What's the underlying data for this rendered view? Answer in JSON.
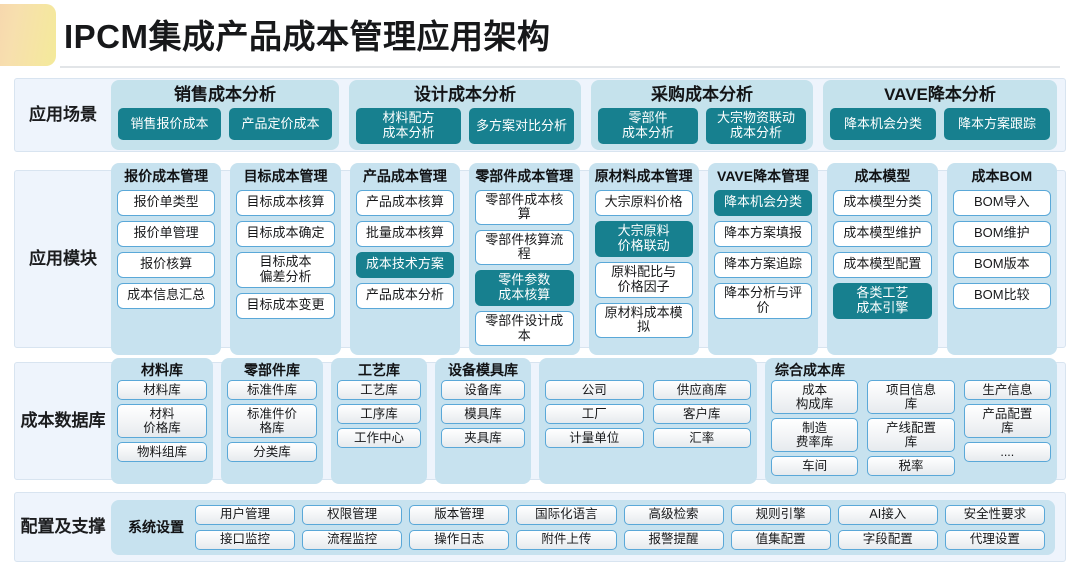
{
  "title": "IPCM集成产品成本管理应用架构",
  "colors": {
    "accent_teal": "#17808f",
    "group_blue": "#c7e2ef",
    "band_bg": "#eef4fc",
    "chip_border": "#5aa8d8"
  },
  "bands": [
    {
      "label": "应用场景",
      "groups": [
        {
          "title": "销售成本分析",
          "items": [
            "销售报价成本",
            "产品定价成本"
          ]
        },
        {
          "title": "设计成本分析",
          "items": [
            "材料配方\n成本分析",
            "多方案对比分析"
          ]
        },
        {
          "title": "采购成本分析",
          "items": [
            "零部件\n成本分析",
            "大宗物资联动\n成本分析"
          ]
        },
        {
          "title": "VAVE降本分析",
          "items": [
            "降本机会分类",
            "降本方案跟踪"
          ]
        }
      ]
    },
    {
      "label": "应用模块",
      "groups": [
        {
          "title": "报价成本管理",
          "items": [
            {
              "text": "报价单类型",
              "hl": false
            },
            {
              "text": "报价单管理",
              "hl": false
            },
            {
              "text": "报价核算",
              "hl": false
            },
            {
              "text": "成本信息汇总",
              "hl": false
            }
          ]
        },
        {
          "title": "目标成本管理",
          "items": [
            {
              "text": "目标成本核算",
              "hl": false
            },
            {
              "text": "目标成本确定",
              "hl": false
            },
            {
              "text": "目标成本\n偏差分析",
              "hl": false,
              "tall": true
            },
            {
              "text": "目标成本变更",
              "hl": false
            }
          ]
        },
        {
          "title": "产品成本管理",
          "items": [
            {
              "text": "产品成本核算",
              "hl": false
            },
            {
              "text": "批量成本核算",
              "hl": false
            },
            {
              "text": "成本技术方案",
              "hl": true
            },
            {
              "text": "产品成本分析",
              "hl": false
            }
          ]
        },
        {
          "title": "零部件成本管理",
          "items": [
            {
              "text": "零部件成本核算",
              "hl": false
            },
            {
              "text": "零部件核算流程",
              "hl": false
            },
            {
              "text": "零件参数\n成本核算",
              "hl": true,
              "tall": true
            },
            {
              "text": "零部件设计成本",
              "hl": false
            }
          ]
        },
        {
          "title": "原材料成本管理",
          "items": [
            {
              "text": "大宗原料价格",
              "hl": false
            },
            {
              "text": "大宗原料\n价格联动",
              "hl": true,
              "tall": true
            },
            {
              "text": "原料配比与\n价格因子",
              "hl": false,
              "tall": true
            },
            {
              "text": "原材料成本模拟",
              "hl": false
            }
          ]
        },
        {
          "title": "VAVE降本管理",
          "items": [
            {
              "text": "降本机会分类",
              "hl": true
            },
            {
              "text": "降本方案填报",
              "hl": false
            },
            {
              "text": "降本方案追踪",
              "hl": false
            },
            {
              "text": "降本分析与评价",
              "hl": false,
              "tall": true
            }
          ]
        },
        {
          "title": "成本模型",
          "items": [
            {
              "text": "成本模型分类",
              "hl": false
            },
            {
              "text": "成本模型维护",
              "hl": false
            },
            {
              "text": "成本模型配置",
              "hl": false
            },
            {
              "text": "各类工艺\n成本引擎",
              "hl": true,
              "tall": true
            }
          ]
        },
        {
          "title": "成本BOM",
          "items": [
            {
              "text": "BOM导入",
              "hl": false
            },
            {
              "text": "BOM维护",
              "hl": false
            },
            {
              "text": "BOM版本",
              "hl": false
            },
            {
              "text": "BOM比较",
              "hl": false
            }
          ]
        }
      ]
    },
    {
      "label": "成本数据库",
      "groups": [
        {
          "title": "材料库",
          "columns": [
            [
              "材料库",
              "材料\n价格库",
              "物料组库"
            ]
          ]
        },
        {
          "title": "零部件库",
          "columns": [
            [
              "标准件库",
              "标准件价\n格库",
              "分类库"
            ]
          ]
        },
        {
          "title": "工艺库",
          "columns": [
            [
              "工艺库",
              "工序库",
              "工作中心"
            ]
          ]
        },
        {
          "title": "设备模具库",
          "columns": [
            [
              "设备库",
              "模具库",
              "夹具库"
            ]
          ]
        },
        {
          "title": "",
          "columns": [
            [
              "公司",
              "工厂",
              "计量单位"
            ],
            [
              "供应商库",
              "客户库",
              "汇率"
            ]
          ]
        },
        {
          "title": "综合成本库",
          "columns": [
            [
              "成本\n构成库",
              "制造\n费率库",
              "车间"
            ],
            [
              "项目信息\n库",
              "产线配置\n库",
              "税率"
            ],
            [
              "生产信息",
              "产品配置\n库",
              "...."
            ]
          ]
        }
      ]
    },
    {
      "label": "配置及支撑",
      "sublabel": "系统设置",
      "columns": [
        [
          "用户管理",
          "接口监控"
        ],
        [
          "权限管理",
          "流程监控"
        ],
        [
          "版本管理",
          "操作日志"
        ],
        [
          "国际化语言",
          "附件上传"
        ],
        [
          "高级检索",
          "报警提醒"
        ],
        [
          "规则引擎",
          "值集配置"
        ],
        [
          "AI接入",
          "字段配置"
        ],
        [
          "安全性要求",
          "代理设置"
        ]
      ]
    }
  ]
}
